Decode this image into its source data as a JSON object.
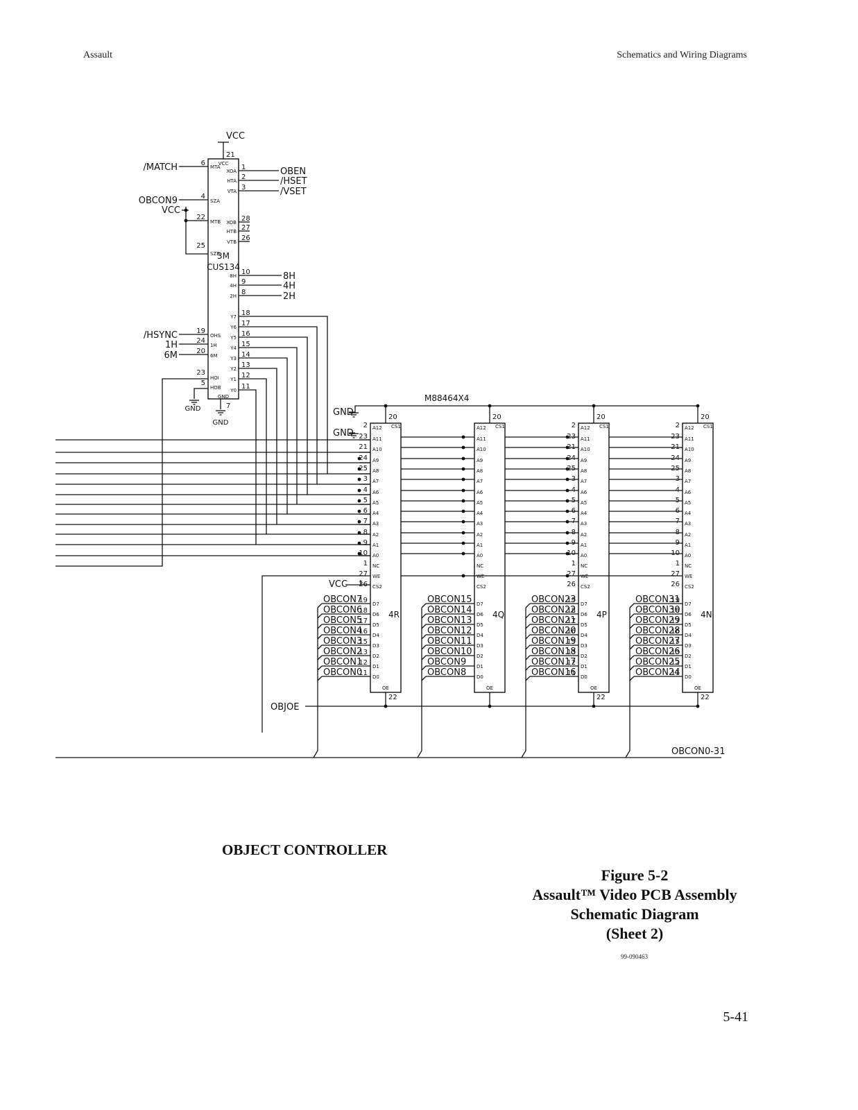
{
  "header": {
    "left": "Assault",
    "right": "Schematics and Wiring Diagrams"
  },
  "controller": {
    "ref": "3M",
    "part": "CUS134",
    "supply": "VCC",
    "ground": "GND",
    "inputs": [
      "/MATCH",
      "OBCON9",
      "VCC",
      "/HSYNC",
      "1H",
      "6M"
    ],
    "outputs": [
      "OBEN",
      "/HSET",
      "/VSET",
      "8H",
      "4H",
      "2H"
    ],
    "pins": {
      "left": [
        "6",
        "4",
        "22",
        "25",
        "19",
        "24",
        "20",
        "23",
        "5"
      ],
      "top": "21",
      "gnd": "7",
      "right_top": [
        "1",
        "2",
        "3",
        "28",
        "27",
        "26"
      ],
      "right_clock": [
        "10",
        "9",
        "8"
      ],
      "right_y": [
        "18",
        "17",
        "16",
        "15",
        "14",
        "13",
        "12",
        "11"
      ]
    },
    "internal_labels": {
      "left": [
        "MTA",
        "SZA",
        "MTB",
        "SZB",
        "OHS",
        "1H",
        "6M",
        "HOI",
        "HOB"
      ],
      "right_top": [
        "XOA",
        "HTA",
        "VTA",
        "XOB",
        "HTB",
        "VTB"
      ],
      "right_clock": [
        "8H",
        "4H",
        "2H"
      ],
      "right_y": [
        "Y7",
        "Y6",
        "Y5",
        "Y4",
        "Y3",
        "Y2",
        "Y1",
        "Y0"
      ],
      "top": "VCC",
      "bottom": "GND"
    }
  },
  "ram": {
    "part": "M88464X4",
    "bus_labels": [
      "GND",
      "GND",
      "VCC"
    ],
    "top_pin": "20",
    "oe_pin": "22",
    "oe_label": "OE",
    "cs1_label": "CS1",
    "address_pins": [
      "2",
      "23",
      "21",
      "24",
      "25",
      "3",
      "4",
      "5",
      "6",
      "7",
      "8",
      "9",
      "10",
      "1",
      "27",
      "26"
    ],
    "address_labels": [
      "A12",
      "A11",
      "A10",
      "A9",
      "A8",
      "A7",
      "A6",
      "A5",
      "A4",
      "A3",
      "A2",
      "A1",
      "A0",
      "NC",
      "WE",
      "CS2"
    ],
    "data_pins": [
      "19",
      "18",
      "17",
      "16",
      "15",
      "13",
      "12",
      "11"
    ],
    "data_labels": [
      "D7",
      "D6",
      "D5",
      "D4",
      "D3",
      "D2",
      "D1",
      "D0"
    ],
    "chips": [
      {
        "ref": "4R",
        "signals": [
          "OBCON7",
          "OBCON6",
          "OBCON5",
          "OBCON4",
          "OBCON3",
          "OBCON2",
          "OBCON1",
          "OBCON0"
        ]
      },
      {
        "ref": "4Q",
        "signals": [
          "OBCON15",
          "OBCON14",
          "OBCON13",
          "OBCON12",
          "OBCON11",
          "OBCON10",
          "OBCON9",
          "OBCON8"
        ]
      },
      {
        "ref": "4P",
        "signals": [
          "OBCON23",
          "OBCON22",
          "OBCON21",
          "OBCON20",
          "OBCON19",
          "OBCON18",
          "OBCON17",
          "OBCON16"
        ]
      },
      {
        "ref": "4N",
        "signals": [
          "OBCON31",
          "OBCON30",
          "OBCON29",
          "OBCON28",
          "OBCON27",
          "OBCON26",
          "OBCON25",
          "OBCON24"
        ]
      }
    ],
    "oe_signal": "OBJOE",
    "bus_out": "OBCON0-31"
  },
  "section_title": "OBJECT CONTROLLER",
  "caption": {
    "line1": "Figure 5-2",
    "line2": "Assault™ Video PCB Assembly",
    "line3": "Schematic Diagram",
    "line4": "(Sheet 2)"
  },
  "part_number": "99-090463",
  "page_number": "5-41"
}
